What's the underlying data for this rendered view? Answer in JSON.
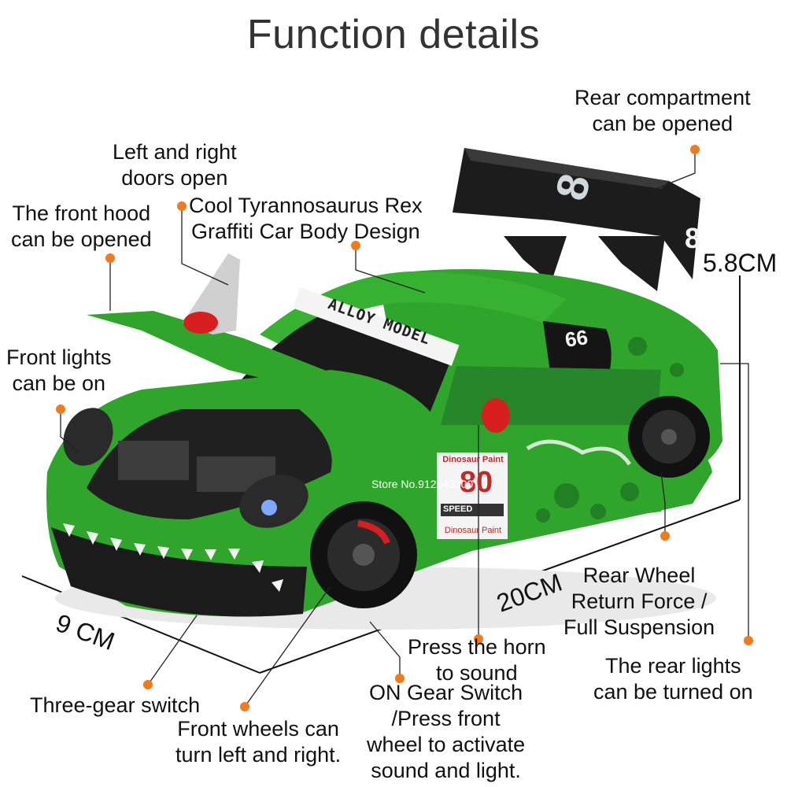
{
  "title": "Function details",
  "labels": {
    "rear_compartment": [
      "Rear compartment",
      "can be opened"
    ],
    "doors_open": [
      "Left and right",
      "doors open"
    ],
    "body_design": [
      "Cool Tyrannosaurus Rex",
      "Graffiti Car Body Design"
    ],
    "front_hood": [
      "The front hood",
      "can be opened"
    ],
    "front_lights": [
      "Front lights",
      "can be on"
    ],
    "rear_wheel": [
      "Rear Wheel",
      "Return Force /",
      "Full Suspension"
    ],
    "horn": [
      "Press the horn",
      "to sound"
    ],
    "rear_lights": [
      "The rear lights",
      "can be turned on"
    ],
    "gear_switch": [
      "Three-gear switch"
    ],
    "front_wheels": [
      "Front wheels can",
      "turn left and right."
    ],
    "on_gear": [
      "ON Gear Switch",
      "/Press front",
      "wheel to activate",
      "sound and light."
    ]
  },
  "dimensions": {
    "height": "5.8CM",
    "length": "20CM",
    "width": "9 CM"
  },
  "car_text": {
    "banner": "ALLOY MODEL",
    "side_number": "66",
    "wing_number": "8",
    "door_number": "80",
    "sticker_top": "Dinosaur Paint",
    "sticker_speed": "SPEED",
    "sticker_bottom": "Dinosaur Paint"
  },
  "watermark": "Store No.912543300",
  "colors": {
    "accent_dot": "#f07a1c",
    "car_green": "#2fa52b",
    "wing_black": "#1c1c1c"
  }
}
